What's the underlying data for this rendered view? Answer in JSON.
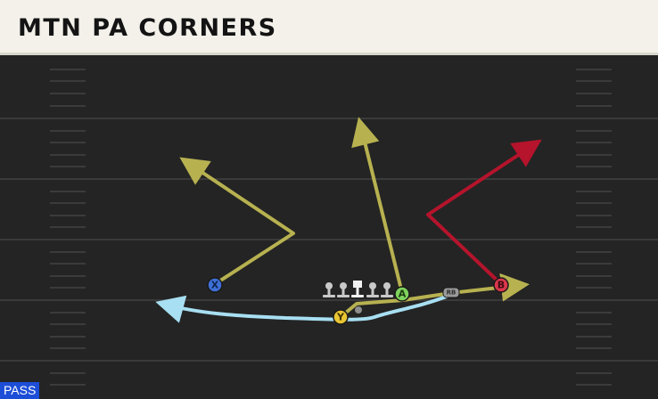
{
  "play": {
    "title": "MTN PA CORNERS",
    "type_badge": "PASS"
  },
  "players": {
    "x": {
      "label": "X",
      "color": "#3d6fd6"
    },
    "y": {
      "label": "Y",
      "color": "#e9c533"
    },
    "a": {
      "label": "A",
      "color": "#7ed35c"
    },
    "b": {
      "label": "B",
      "color": "#d9364c"
    },
    "rb": {
      "label": "RB",
      "color": "#9a9a9a"
    }
  },
  "colors": {
    "route_olive": "#b7b150",
    "route_red": "#b5142c",
    "route_lightblue": "#a8dff2",
    "badge_blue": "#1d4ed8"
  }
}
